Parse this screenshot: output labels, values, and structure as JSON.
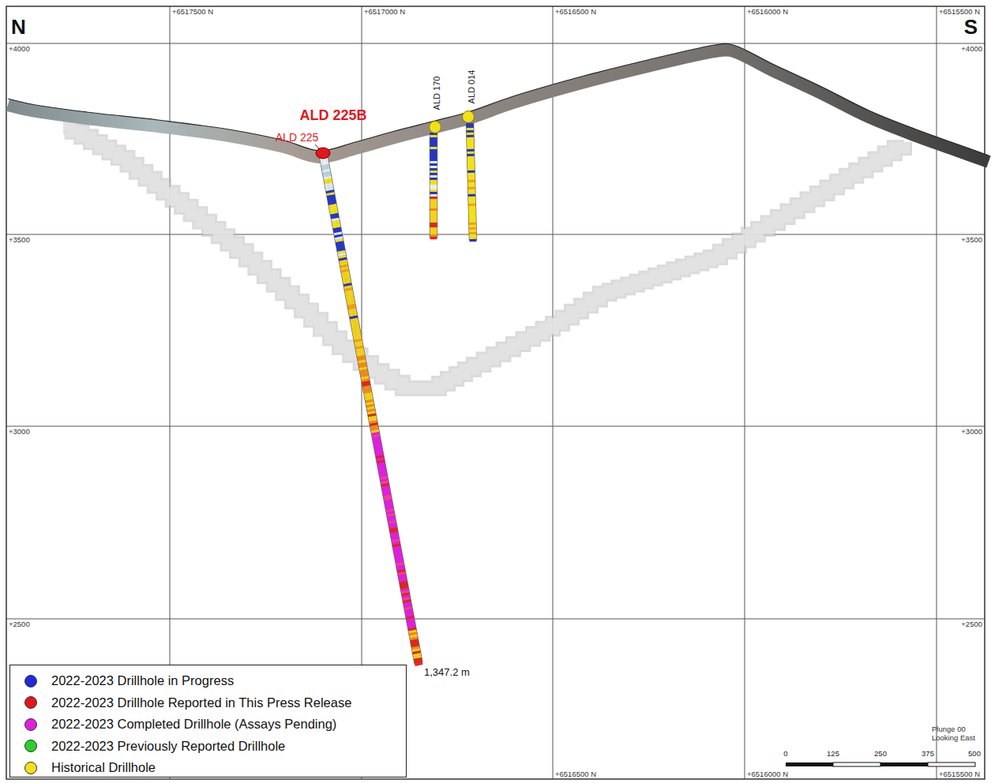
{
  "diagram": {
    "labels": [
      "N",
      "S",
      "+6517500 N",
      "+6517000 N",
      "+6516500 N",
      "+6516000 N",
      "+6515500 N",
      "+6516500 N",
      "+6516000 N",
      "+6515500 N",
      "+4000",
      "+3500",
      "+3000",
      "+2500",
      "+4000",
      "+3500",
      "+3000",
      "+2500",
      "ALD 225B",
      "ALD 225",
      "ALD 170",
      "ALD 014",
      "1,347.2 m",
      "Plunge 00",
      "Looking East",
      "0",
      "125",
      "250",
      "375",
      "500"
    ],
    "legend": [
      {
        "text": "2022-2023 Drillhole in Progress",
        "color": "#1f2bd8"
      },
      {
        "text": "2022-2023 Drillhole Reported in This Press Release",
        "color": "#e3161b"
      },
      {
        "text": "2022-2023 Completed Drillhole (Assays Pending)",
        "color": "#e01fe0"
      },
      {
        "text": "2022-2023 Previously Reported Drillhole",
        "color": "#27d127"
      },
      {
        "text": "Historical Drillhole",
        "color": "#f2e01a"
      }
    ]
  }
}
